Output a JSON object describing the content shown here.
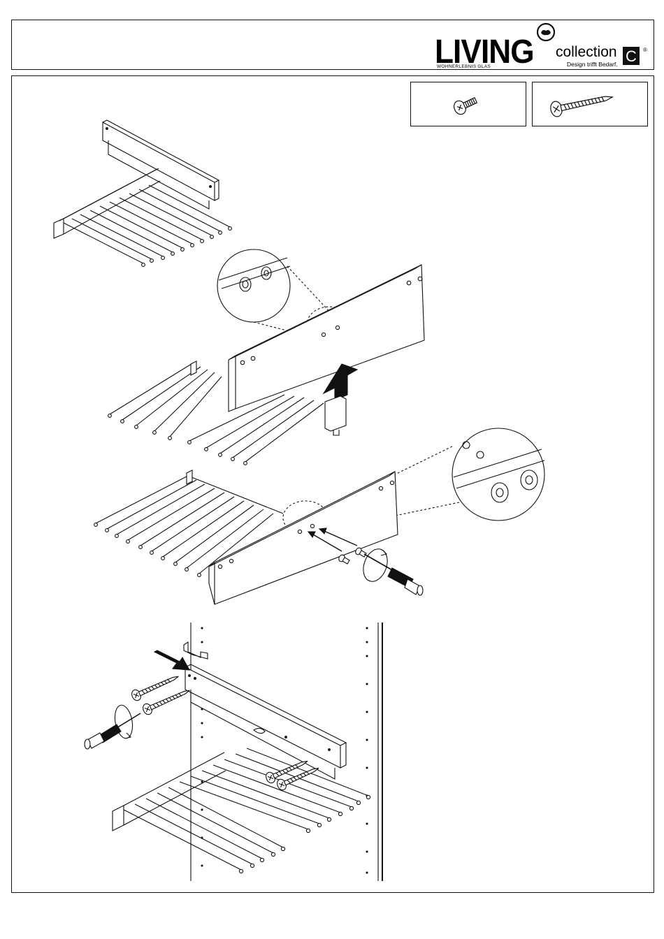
{
  "brand": {
    "name": "LIVING",
    "subline": "WOHNERLEBNIS GLAS",
    "collection": "collection",
    "c_letter": "C",
    "registered": "®",
    "tagline": "Design trifft Bedarf."
  },
  "icons": {
    "hardware_1": "machine-screw-icon",
    "hardware_2": "wood-screw-icon",
    "logo_mark": "heart-ring-icon"
  },
  "colors": {
    "line": "#111111",
    "background": "#ffffff"
  }
}
